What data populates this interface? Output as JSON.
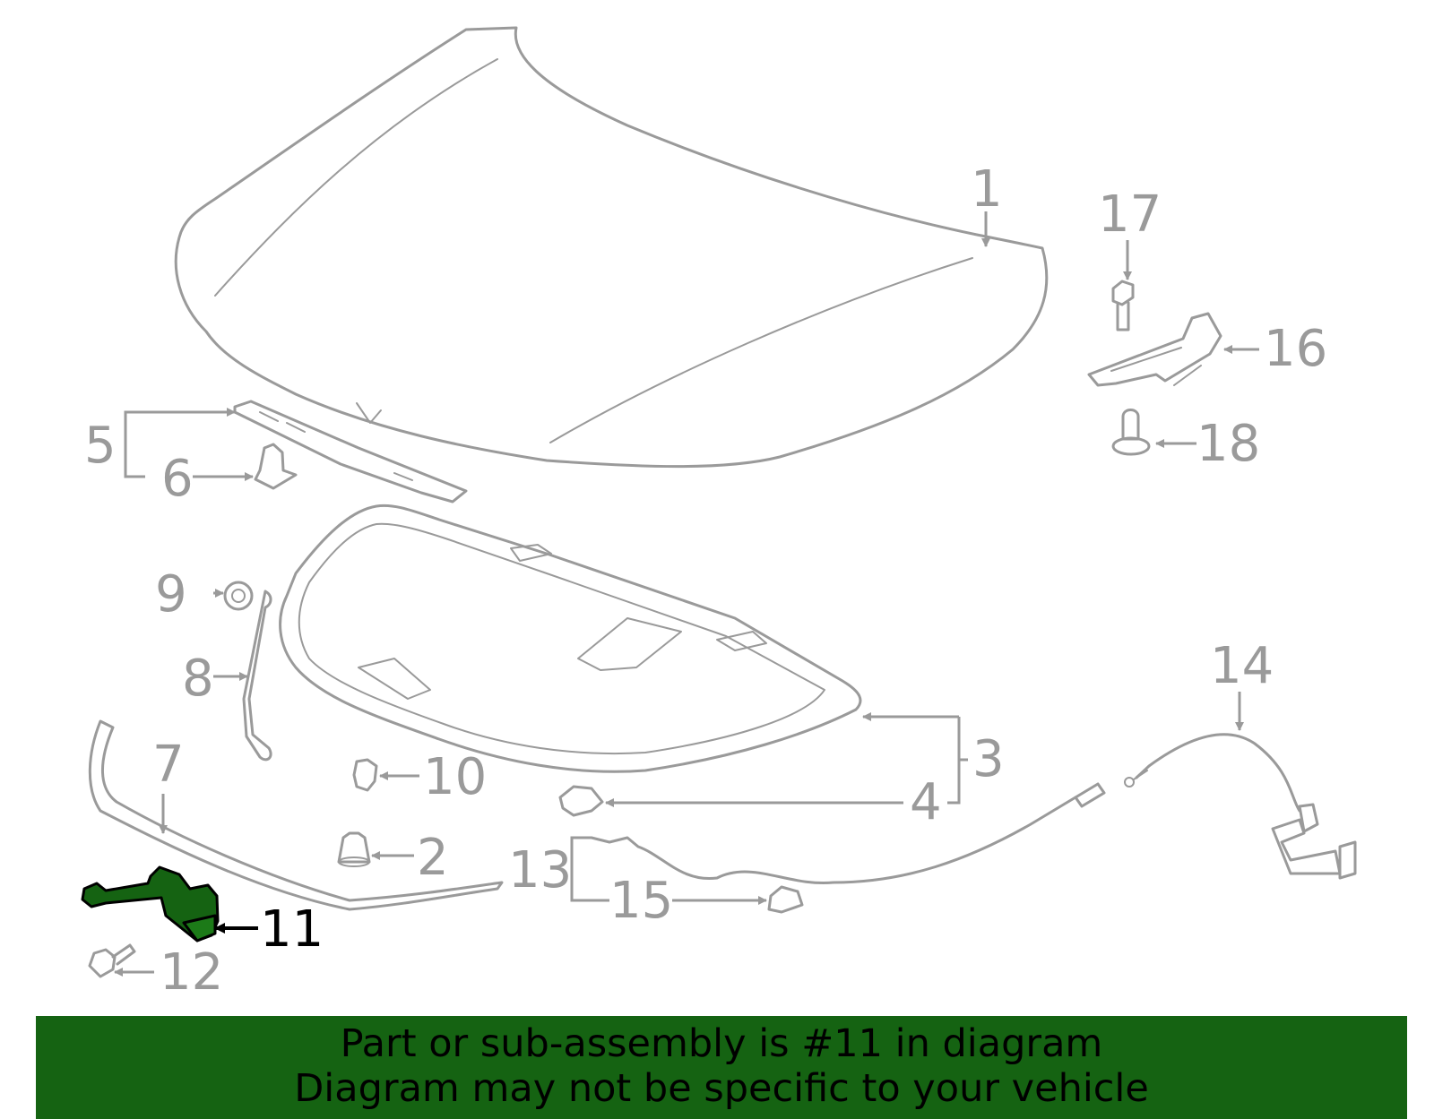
{
  "diagram": {
    "callouts": [
      "1",
      "2",
      "3",
      "4",
      "5",
      "6",
      "7",
      "8",
      "9",
      "10",
      "11",
      "12",
      "13",
      "14",
      "15",
      "16",
      "17",
      "18"
    ],
    "highlighted_callout": "11",
    "highlight_color": "#156312",
    "line_color": "#9a9a9a"
  },
  "banner": {
    "line1": "Part or sub-assembly is #11 in diagram",
    "line2": "Diagram may not be specific to your vehicle",
    "background": "#156312"
  }
}
